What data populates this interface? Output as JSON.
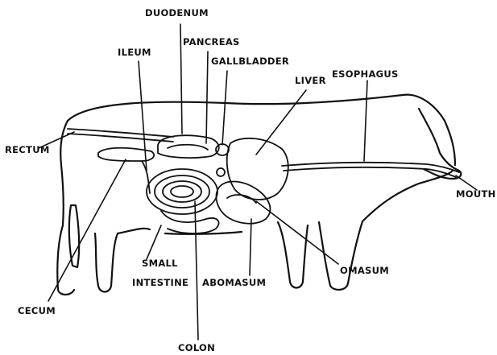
{
  "labels": {
    "duodenum": "DUODENUM",
    "pancreas": "PANCREAS",
    "ileum": "ILEUM",
    "gallbladder": "GALLBLADDER",
    "liver": "LIVER",
    "esophagus": "ESOPHAGUS",
    "rectum": "RECTUM",
    "mouth": "MOUTH",
    "omasum": "OMASUM",
    "small": "SMALL",
    "intestine": "INTESTINE",
    "abomasum": "ABOMASUM",
    "cecum": "CECUM",
    "colon": "COLON"
  },
  "colors": {
    "ink": "#111111",
    "background": "#ffffff"
  }
}
